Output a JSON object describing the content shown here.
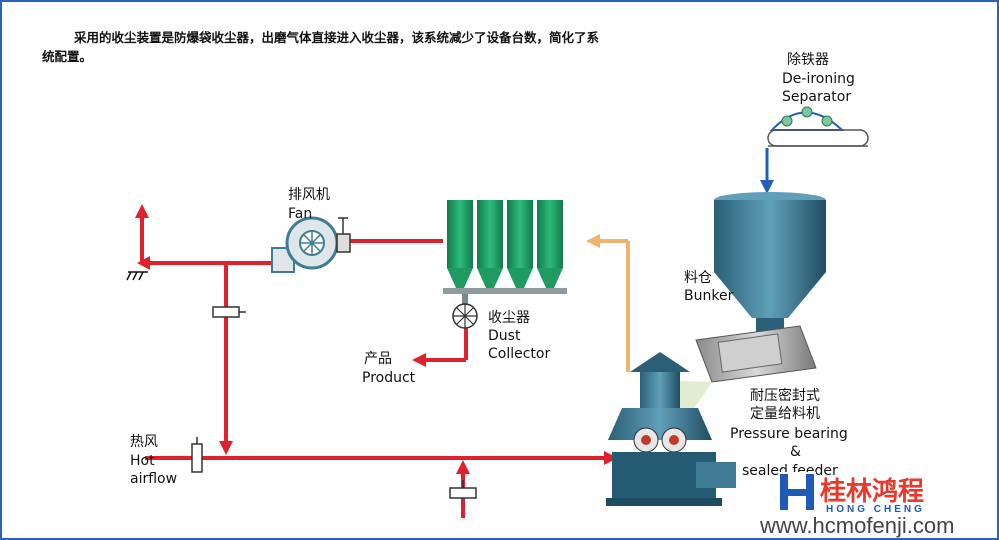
{
  "intro": "采用的收尘装置是防爆袋收尘器，出磨气体直接进入收尘器，该系统减少了设备台数，简化了系统配置。",
  "labels": {
    "deironing_cn": "除铁器",
    "deironing_en1": "De-ironing",
    "deironing_en2": "Separator",
    "fan_cn": "排风机",
    "fan_en": "Fan",
    "dust_cn": "收尘器",
    "dust_en1": "Dust",
    "dust_en2": "Collector",
    "product_cn": "产品",
    "product_en": "Product",
    "bunker_cn": "料仓",
    "bunker_en": "Bunker",
    "feeder_cn1": "耐压密封式",
    "feeder_cn2": "定量给料机",
    "feeder_en1": "Pressure bearing",
    "feeder_en2": "&",
    "feeder_en3": "sealed feeder",
    "hot_cn": "热风",
    "hot_en1": "Hot",
    "hot_en2": "airflow"
  },
  "brand": {
    "name_cn": "桂林鸿程",
    "name_en": "HONG CHENG",
    "website": "www.hcmofenji.com"
  },
  "colors": {
    "pipe": "#e0202a",
    "return_pipe": "#f2b26b",
    "feed_arrow": "#1f5fb8",
    "collector_green": "#1f9a63",
    "equipment_steel": "#3e7c95",
    "border": "#2a63b8"
  }
}
